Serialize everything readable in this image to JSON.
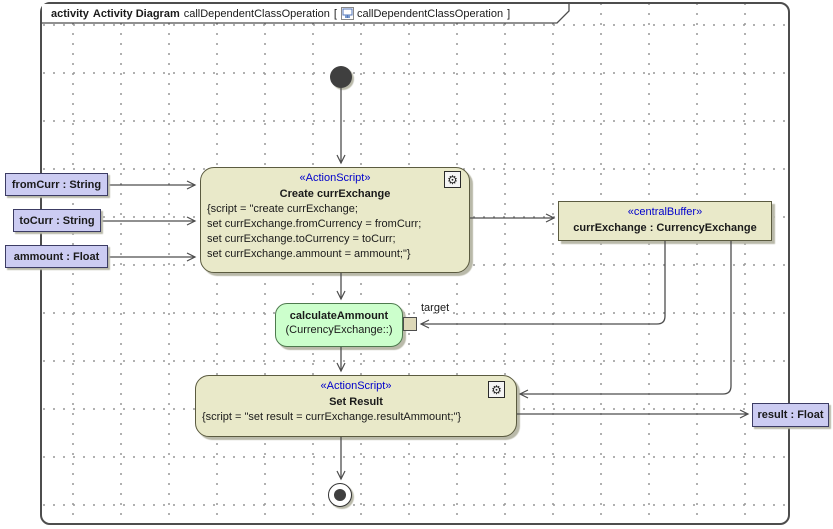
{
  "header": {
    "keyword": "activity",
    "diagram_kind": "Activity Diagram",
    "diagram_name": "callDependentClassOperation",
    "open_bracket": "[",
    "context_name": "callDependentClassOperation",
    "close_bracket": "]"
  },
  "nodes": {
    "create_action": {
      "stereotype": "«ActionScript»",
      "name": "Create currExchange",
      "script_lines": [
        "{script = \"create currExchange;",
        "set currExchange.fromCurrency = fromCurr;",
        "set currExchange.toCurrency = toCurr;",
        "set currExchange.ammount = ammount;\"}"
      ],
      "corner_icon": "gear"
    },
    "set_result_action": {
      "stereotype": "«ActionScript»",
      "name": "Set Result",
      "script_lines": [
        "{script = \"set result = currExchange.resultAmmount;\"}"
      ],
      "corner_icon": "gear"
    },
    "central_buffer": {
      "stereotype": "«centralBuffer»",
      "name": "currExchange : CurrencyExchange"
    },
    "calculate_action": {
      "name": "calculateAmmount",
      "qualifier": "(CurrencyExchange::)",
      "pin_label": "target"
    }
  },
  "parameters": {
    "from_curr": "fromCurr : String",
    "to_curr": "toCurr : String",
    "ammount": "ammount : Float",
    "result": "result : Float"
  },
  "icons": {
    "gear_glyph": "⚙"
  },
  "colors": {
    "action_fill": "#e9e9c9",
    "action_border": "#5b5b40",
    "green_fill": "#ccffcc",
    "green_border": "#4e7a4e",
    "pin_fill": "#ccccf2",
    "pin_border": "#3c3c64",
    "stereotype_text": "#0000cc",
    "line": "#4d4d4d",
    "shadow": "#b9b9a9",
    "grid_dot": "#9d9d9d",
    "node_dark": "#3f3f3f"
  }
}
